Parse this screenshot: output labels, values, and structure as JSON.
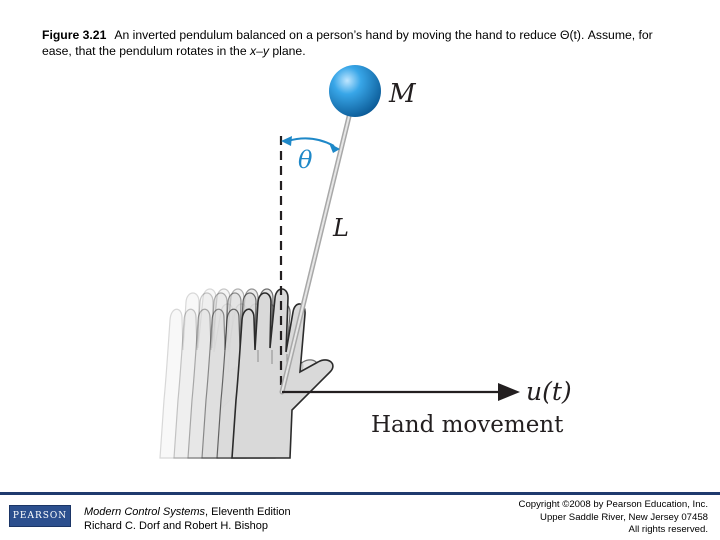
{
  "caption": {
    "label": "Figure 3.21",
    "text_line1": "An inverted pendulum balanced on a person’s hand by moving the hand to reduce Θ(t). Assume, for",
    "text_line2_pre": "ease, that the pendulum rotates in the ",
    "text_line2_plane": "x–y",
    "text_line2_post": " plane."
  },
  "diagram": {
    "labels": {
      "mass": "M",
      "angle": "θ",
      "length": "L",
      "input": "u(t)",
      "movement": "Hand movement"
    },
    "colors": {
      "ball": "#1e88c8",
      "rod": "#c9c9c9",
      "arrow": "#231f20",
      "hand_fill": "#d9d9d9",
      "hand_outline": "#2b2b2b"
    }
  },
  "footer": {
    "logo_text": "PEARSON",
    "book_title": "Modern Control Systems",
    "book_edition": ", Eleventh Edition",
    "authors": "Richard C. Dorf and Robert H. Bishop",
    "copyright_line1": "Copyright ©2008 by Pearson Education, Inc.",
    "copyright_line2": "Upper Saddle River, New Jersey 07458",
    "copyright_line3": "All rights reserved."
  }
}
